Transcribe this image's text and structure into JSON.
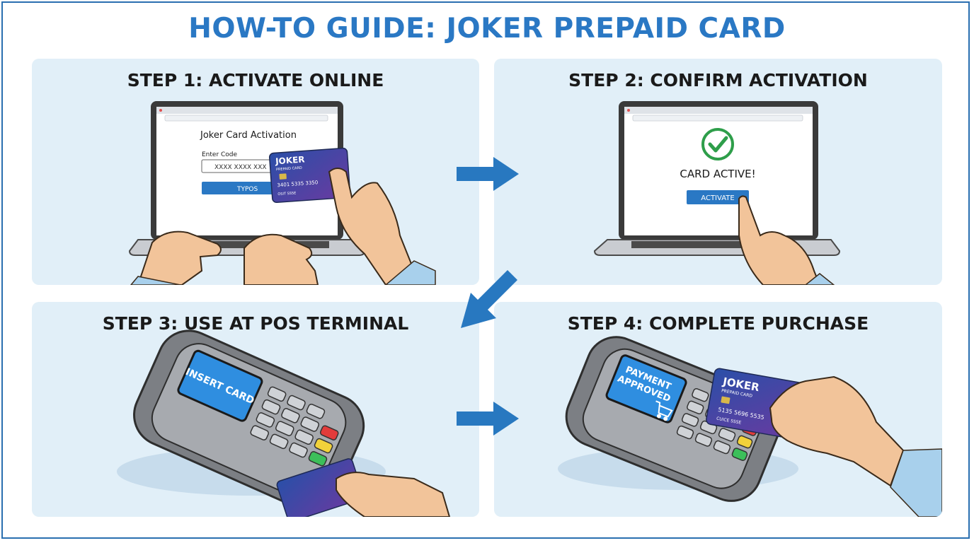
{
  "title": "HOW-TO GUIDE: JOKER PREPAID CARD",
  "steps": [
    {
      "title": "STEP 1: ACTIVATE ONLINE",
      "screen": {
        "heading": "Joker Card Activation",
        "field_label": "Enter Code",
        "field_value": "XXXX XXXX XXX",
        "button_label": "TYPOS"
      },
      "card": {
        "brand": "JOKER",
        "sub": "PREPAID CARD",
        "number": "3401 5335 3350",
        "holder": "OSIT SSSE"
      }
    },
    {
      "title": "STEP 2: CONFIRM ACTIVATION",
      "screen": {
        "status_text": "CARD ACTIVE!",
        "button_label": "ACTIVATE"
      }
    },
    {
      "title": "STEP 3: USE AT POS TERMINAL",
      "terminal_screen": "INSERT CARD"
    },
    {
      "title": "STEP 4: COMPLETE PURCHASE",
      "terminal_screen_line1": "PAYMENT",
      "terminal_screen_line2": "APPROVED",
      "card": {
        "brand": "JOKER",
        "sub": "PREPAID CARD",
        "number": "5135 5696 5535",
        "holder": "CUICE SSSE"
      }
    }
  ],
  "colors": {
    "title": "#2a78c4",
    "panel": "#e1eff8",
    "arrow": "#2878c0",
    "button": "#2a78c4",
    "check": "#2e9e4a",
    "card_gradient_start": "#2a4fa8",
    "card_gradient_end": "#6a3aa0"
  },
  "icons": [
    "arrow-right-icon",
    "arrow-down-left-icon",
    "checkmark-icon",
    "cart-icon",
    "chip-icon"
  ]
}
